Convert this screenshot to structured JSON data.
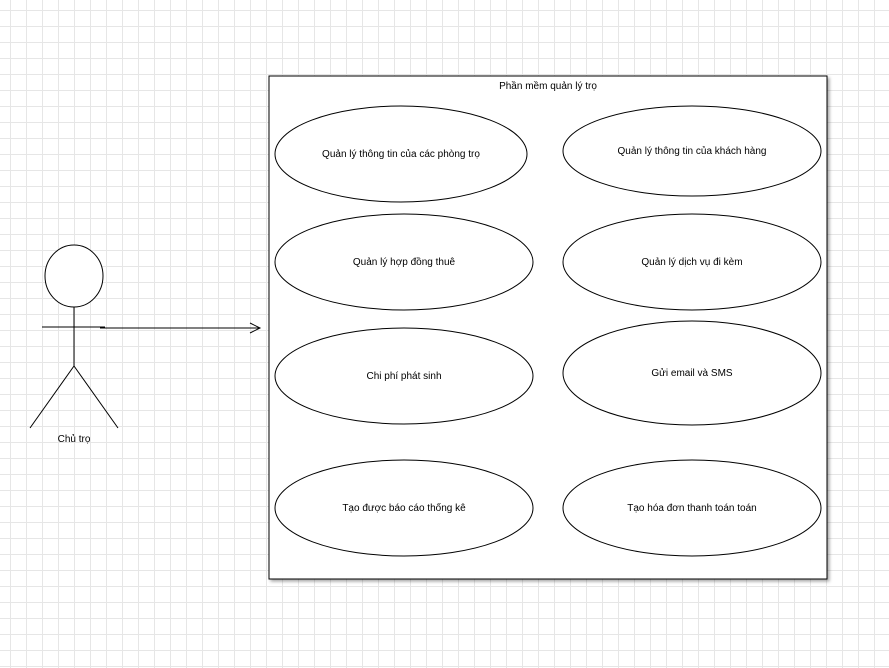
{
  "system": {
    "title": "Phần mềm quản lý trọ"
  },
  "actor": {
    "label": "Chủ trọ"
  },
  "use_cases": [
    {
      "label": "Quản lý thông tin của các phòng trọ"
    },
    {
      "label": "Quản lý thông tin của khách hàng"
    },
    {
      "label": "Quản lý hợp đồng thuê"
    },
    {
      "label": "Quản lý dịch vụ đi kèm"
    },
    {
      "label": "Chi phí phát sinh"
    },
    {
      "label": "Gửi email và SMS"
    },
    {
      "label": "Tạo  được báo cáo thống kê"
    },
    {
      "label": "Tạo hóa đơn thanh toán toán"
    }
  ]
}
